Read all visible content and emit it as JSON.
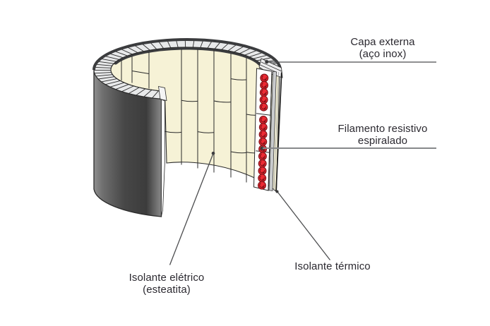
{
  "labels": {
    "capa_externa": {
      "line1": "Capa externa",
      "line2": "(aço inox)"
    },
    "filamento": {
      "line1": "Filamento resistivo",
      "line2": "espiralado"
    },
    "isolante_termico": {
      "line1": "Isolante térmico",
      "line2": ""
    },
    "isolante_eletrico": {
      "line1": "Isolante elétrico",
      "line2": "(esteatita)"
    }
  },
  "figure": {
    "filament_coil_count": 15,
    "tile_column_count": 9
  },
  "colors": {
    "background": "#ffffff",
    "text_dark": "#2b2930",
    "outline": "#2b2b2b",
    "rim_gray": "#e8e9ea",
    "rim_edge_dark": "#3b3c3e",
    "steatite_cream": "#f6f2d6",
    "shell_light": "#9c9c9c",
    "shell_mid": "#474747",
    "shell_dark": "#3c3c3c",
    "shell_edge_light": "#8f8f8f",
    "thermal_gray": "#c9cbcd",
    "filament_red": "#ed2b34",
    "filament_red_dark": "#7d1016",
    "leader_dark": "#4c4d4f",
    "leader_gray": "#87898b"
  }
}
